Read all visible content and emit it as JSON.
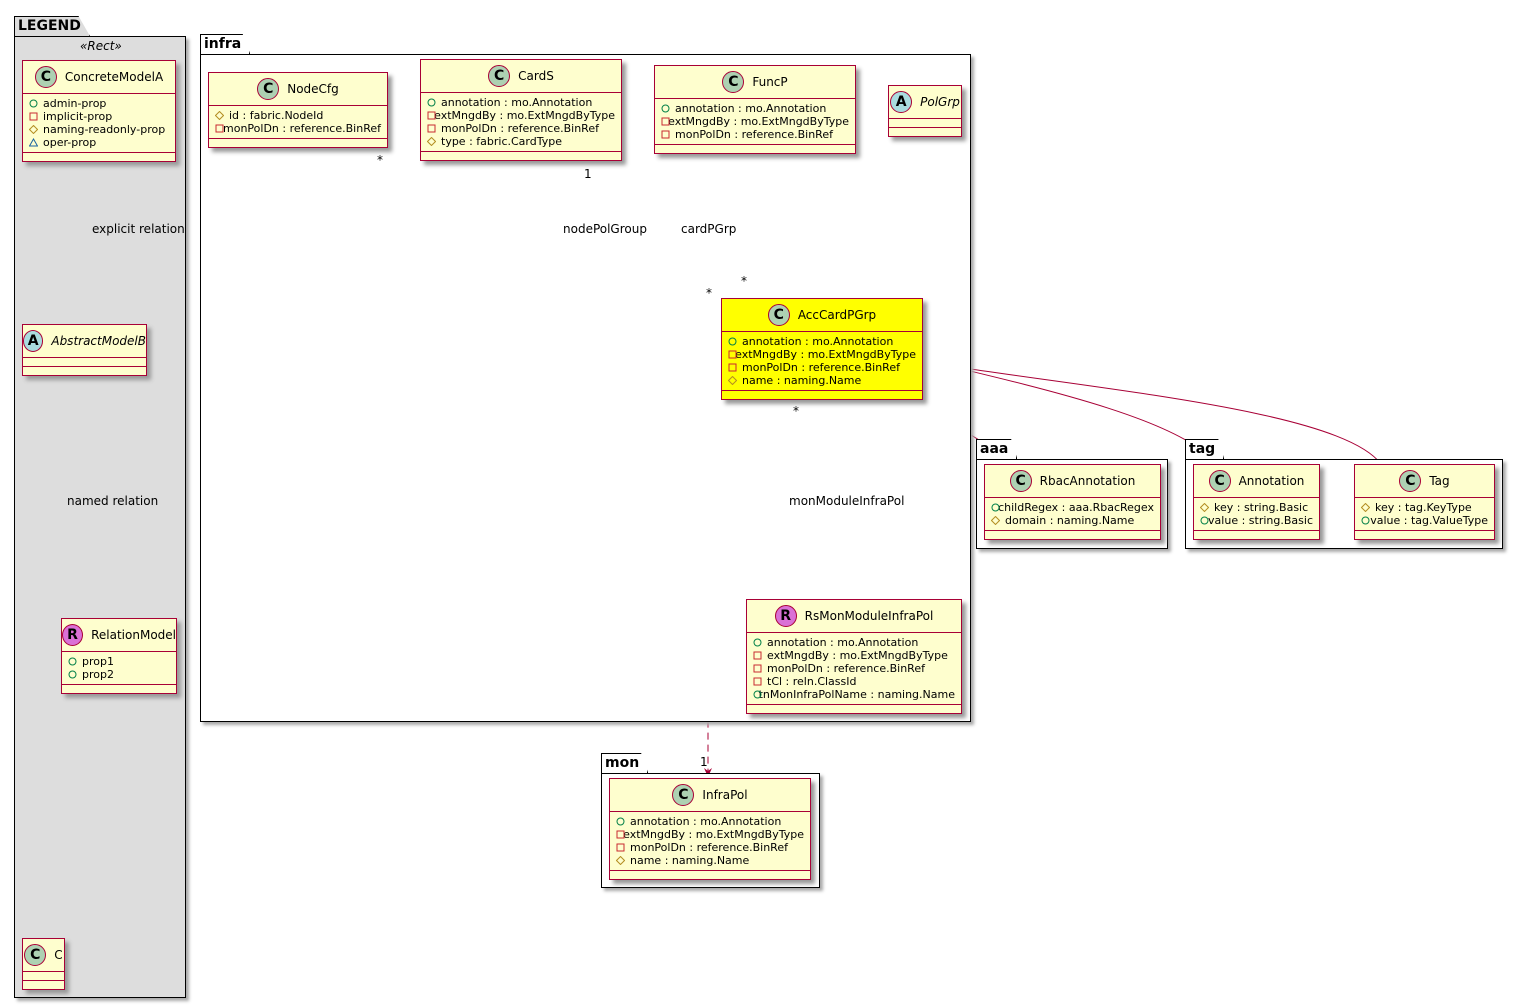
{
  "packages": [
    {
      "id": "legend",
      "name": "LEGEND",
      "stereotype": "«Rect»"
    },
    {
      "id": "infra",
      "name": "infra"
    },
    {
      "id": "mon",
      "name": "mon"
    },
    {
      "id": "aaa",
      "name": "aaa"
    },
    {
      "id": "tag",
      "name": "tag"
    }
  ],
  "classes": [
    {
      "id": "concrete",
      "name": "ConcreteModelA",
      "kind": "C",
      "attrs": [
        [
          "+",
          "admin-prop"
        ],
        [
          "-",
          "implicit-prop"
        ],
        [
          "#",
          "naming-readonly-prop"
        ],
        [
          "~",
          "oper-prop"
        ]
      ]
    },
    {
      "id": "abstract",
      "name": "AbstractModelB",
      "kind": "A",
      "attrs": []
    },
    {
      "id": "relmodel",
      "name": "RelationModel",
      "kind": "R",
      "attrs": [
        [
          "+",
          "prop1"
        ],
        [
          "+",
          "prop2"
        ]
      ]
    },
    {
      "id": "c",
      "name": "C",
      "kind": "C",
      "attrs": []
    },
    {
      "id": "nodecfg",
      "name": "NodeCfg",
      "kind": "C",
      "attrs": [
        [
          "#",
          "id : fabric.NodeId"
        ],
        [
          "-",
          "monPolDn : reference.BinRef"
        ]
      ]
    },
    {
      "id": "cards",
      "name": "CardS",
      "kind": "C",
      "attrs": [
        [
          "+",
          "annotation : mo.Annotation"
        ],
        [
          "-",
          "extMngdBy : mo.ExtMngdByType"
        ],
        [
          "-",
          "monPolDn : reference.BinRef"
        ],
        [
          "#",
          "type : fabric.CardType"
        ]
      ]
    },
    {
      "id": "funcp",
      "name": "FuncP",
      "kind": "C",
      "attrs": [
        [
          "+",
          "annotation : mo.Annotation"
        ],
        [
          "-",
          "extMngdBy : mo.ExtMngdByType"
        ],
        [
          "-",
          "monPolDn : reference.BinRef"
        ]
      ]
    },
    {
      "id": "polgrp",
      "name": "PolGrp",
      "kind": "A",
      "attrs": []
    },
    {
      "id": "acccard",
      "name": "AccCardPGrp",
      "kind": "C",
      "highlight": true,
      "attrs": [
        [
          "+",
          "annotation : mo.Annotation"
        ],
        [
          "-",
          "extMngdBy : mo.ExtMngdByType"
        ],
        [
          "-",
          "monPolDn : reference.BinRef"
        ],
        [
          "#",
          "name : naming.Name"
        ]
      ]
    },
    {
      "id": "rsmon",
      "name": "RsMonModuleInfraPol",
      "kind": "R",
      "attrs": [
        [
          "+",
          "annotation : mo.Annotation"
        ],
        [
          "-",
          "extMngdBy : mo.ExtMngdByType"
        ],
        [
          "-",
          "monPolDn : reference.BinRef"
        ],
        [
          "-",
          "tCl : reln.ClassId"
        ],
        [
          "+",
          "tnMonInfraPolName : naming.Name"
        ]
      ]
    },
    {
      "id": "rbac",
      "name": "RbacAnnotation",
      "kind": "C",
      "attrs": [
        [
          "+",
          "childRegex : aaa.RbacRegex"
        ],
        [
          "#",
          "domain : naming.Name"
        ]
      ]
    },
    {
      "id": "annotation",
      "name": "Annotation",
      "kind": "C",
      "attrs": [
        [
          "#",
          "key : string.Basic"
        ],
        [
          "+",
          "value : string.Basic"
        ]
      ]
    },
    {
      "id": "tagc",
      "name": "Tag",
      "kind": "C",
      "attrs": [
        [
          "#",
          "key : tag.KeyType"
        ],
        [
          "+",
          "value : tag.ValueType"
        ]
      ]
    },
    {
      "id": "infrapol",
      "name": "InfraPol",
      "kind": "C",
      "attrs": [
        [
          "+",
          "annotation : mo.Annotation"
        ],
        [
          "-",
          "extMngdBy : mo.ExtMngdByType"
        ],
        [
          "-",
          "monPolDn : reference.BinRef"
        ],
        [
          "#",
          "name : naming.Name"
        ]
      ]
    }
  ],
  "labels": {
    "explicit": "explicit relation",
    "named": "named relation",
    "nodePolGroup": "nodePolGroup",
    "cardPGrp": "cardPGrp",
    "monModuleInfraPol": "monModuleInfraPol",
    "m_node_src": "*",
    "m_node_dst": "*",
    "m_card_src": "1",
    "m_card_dst": "*",
    "m_mon_src": "*",
    "m_mon_dst": "1"
  },
  "colors": {
    "border": "#a80036",
    "classBg": "#fefece",
    "highlight": "#ffff00",
    "legendBg": "#dddddd",
    "C": "#add1b2",
    "A": "#a9dcdf",
    "R": "#da70d6"
  }
}
